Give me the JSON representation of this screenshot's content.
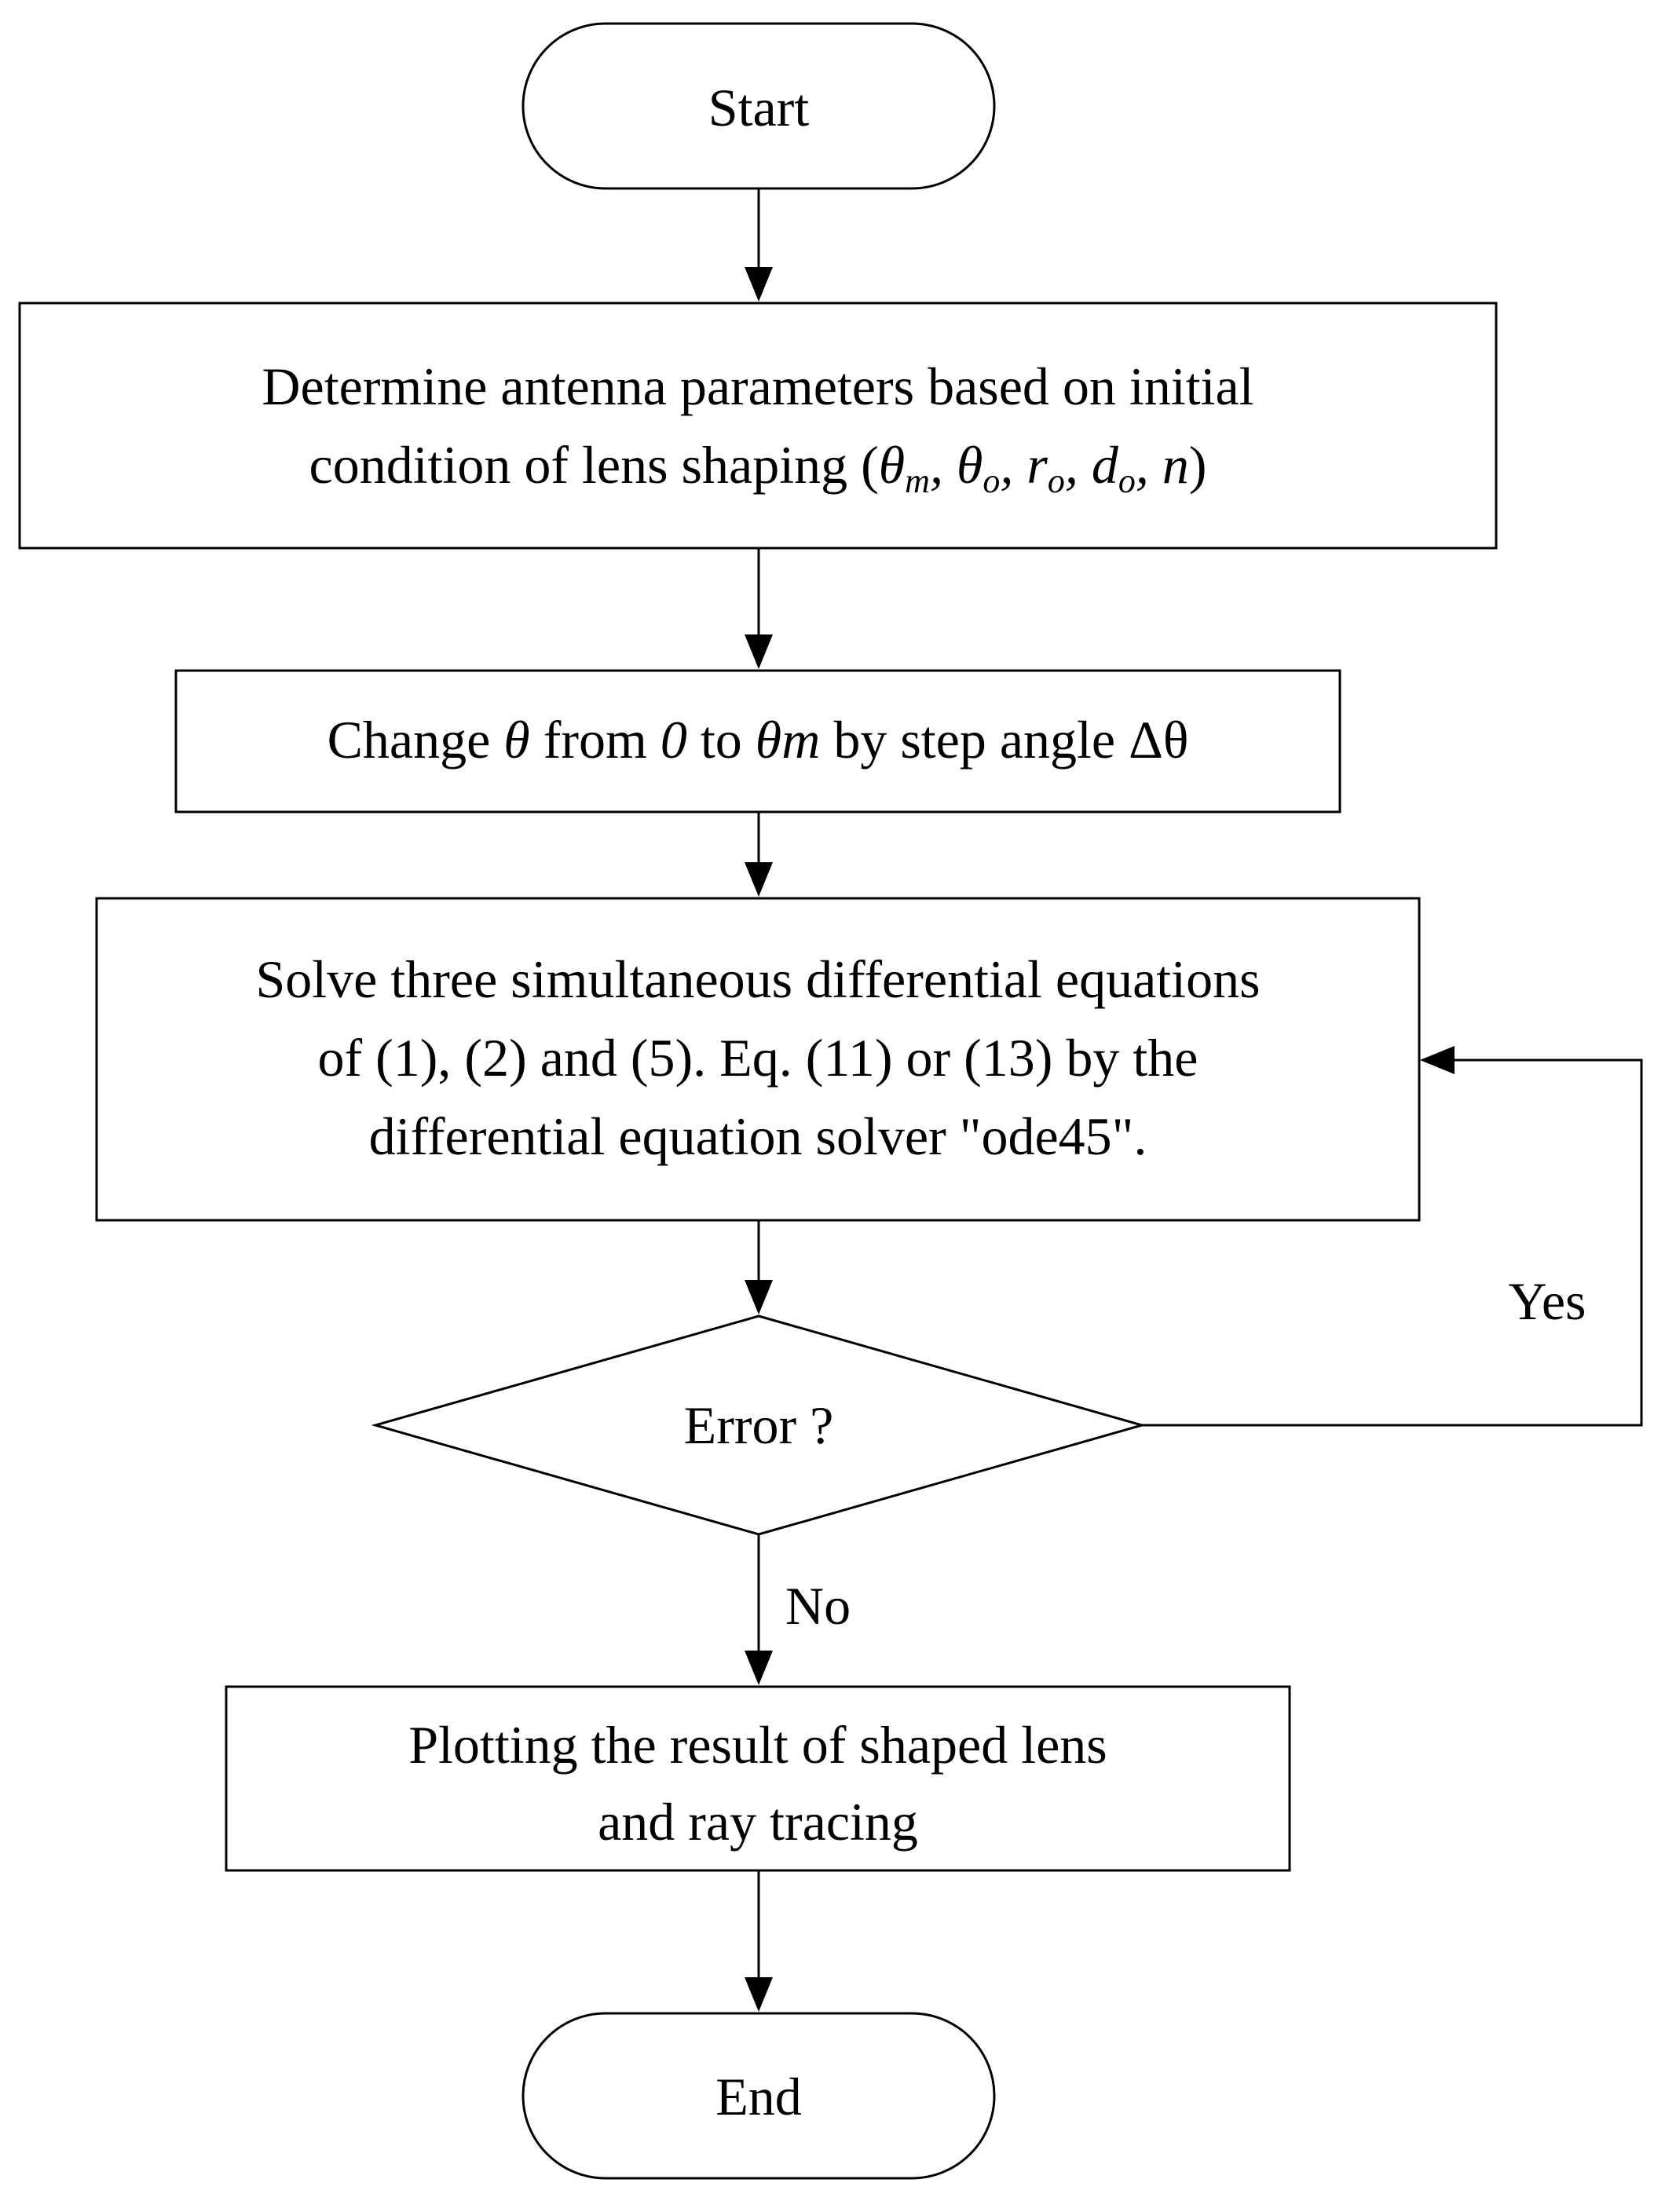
{
  "nodes": {
    "start": {
      "label": "Start"
    },
    "determine": {
      "line1": "Determine antenna parameters based on initial",
      "line2_prefix": "condition of lens shaping (",
      "theta_m": "θ",
      "theta_m_sub": "m",
      "sep1": ", ",
      "theta_o": "θ",
      "theta_o_sub": "o",
      "sep2": ", ",
      "r_o": "r",
      "r_o_sub": "o",
      "sep3": ", ",
      "d_o": "d",
      "d_o_sub": "o",
      "sep4": ", ",
      "n": "n",
      "close": ")"
    },
    "change": {
      "part1": "Change ",
      "theta": "θ",
      "part2": " from ",
      "zero": "0",
      "part3": " to ",
      "theta_m": "θm",
      "part4": " by step angle Δθ"
    },
    "solve": {
      "line1": "Solve three simultaneous differential equations",
      "line2": "of (1), (2) and (5). Eq. (11) or (13) by the",
      "line3": "differential equation solver \"ode45\"."
    },
    "error": {
      "label": "Error ?"
    },
    "plot": {
      "line1": "Plotting the result of shaped lens",
      "line2": "and ray tracing"
    },
    "end": {
      "label": "End"
    }
  },
  "edges": {
    "yes_label": "Yes",
    "no_label": "No"
  }
}
